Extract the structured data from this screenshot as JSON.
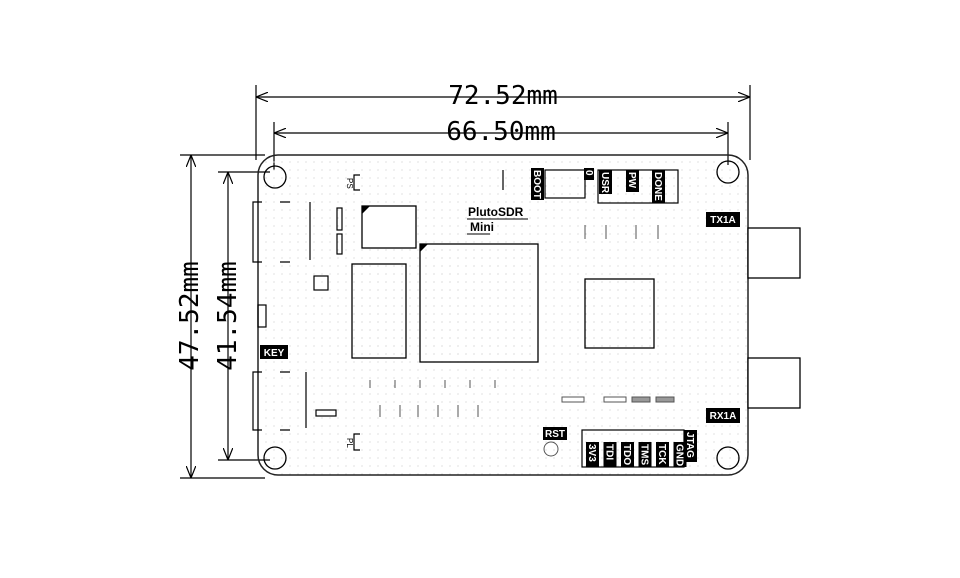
{
  "dimensions": {
    "overall_width": "72.52mm",
    "hole_width": "66.50mm",
    "overall_height": "47.52mm",
    "hole_height": "41.54mm"
  },
  "board": {
    "title": "PlutoSDR",
    "subtitle": "Mini",
    "ps_label": "PS",
    "pl_label": "PL"
  },
  "labels": {
    "boot": "BOOT",
    "boot_zero": "0",
    "usr": "USR",
    "pw": "PW",
    "done": "DONE",
    "tx": "TX1A",
    "rx": "RX1A",
    "key": "KEY",
    "rst": "RST",
    "jtag": "JTAG",
    "jtag_pins": [
      "3V3",
      "TDI",
      "TDO",
      "TMS",
      "TCK",
      "GND"
    ]
  }
}
